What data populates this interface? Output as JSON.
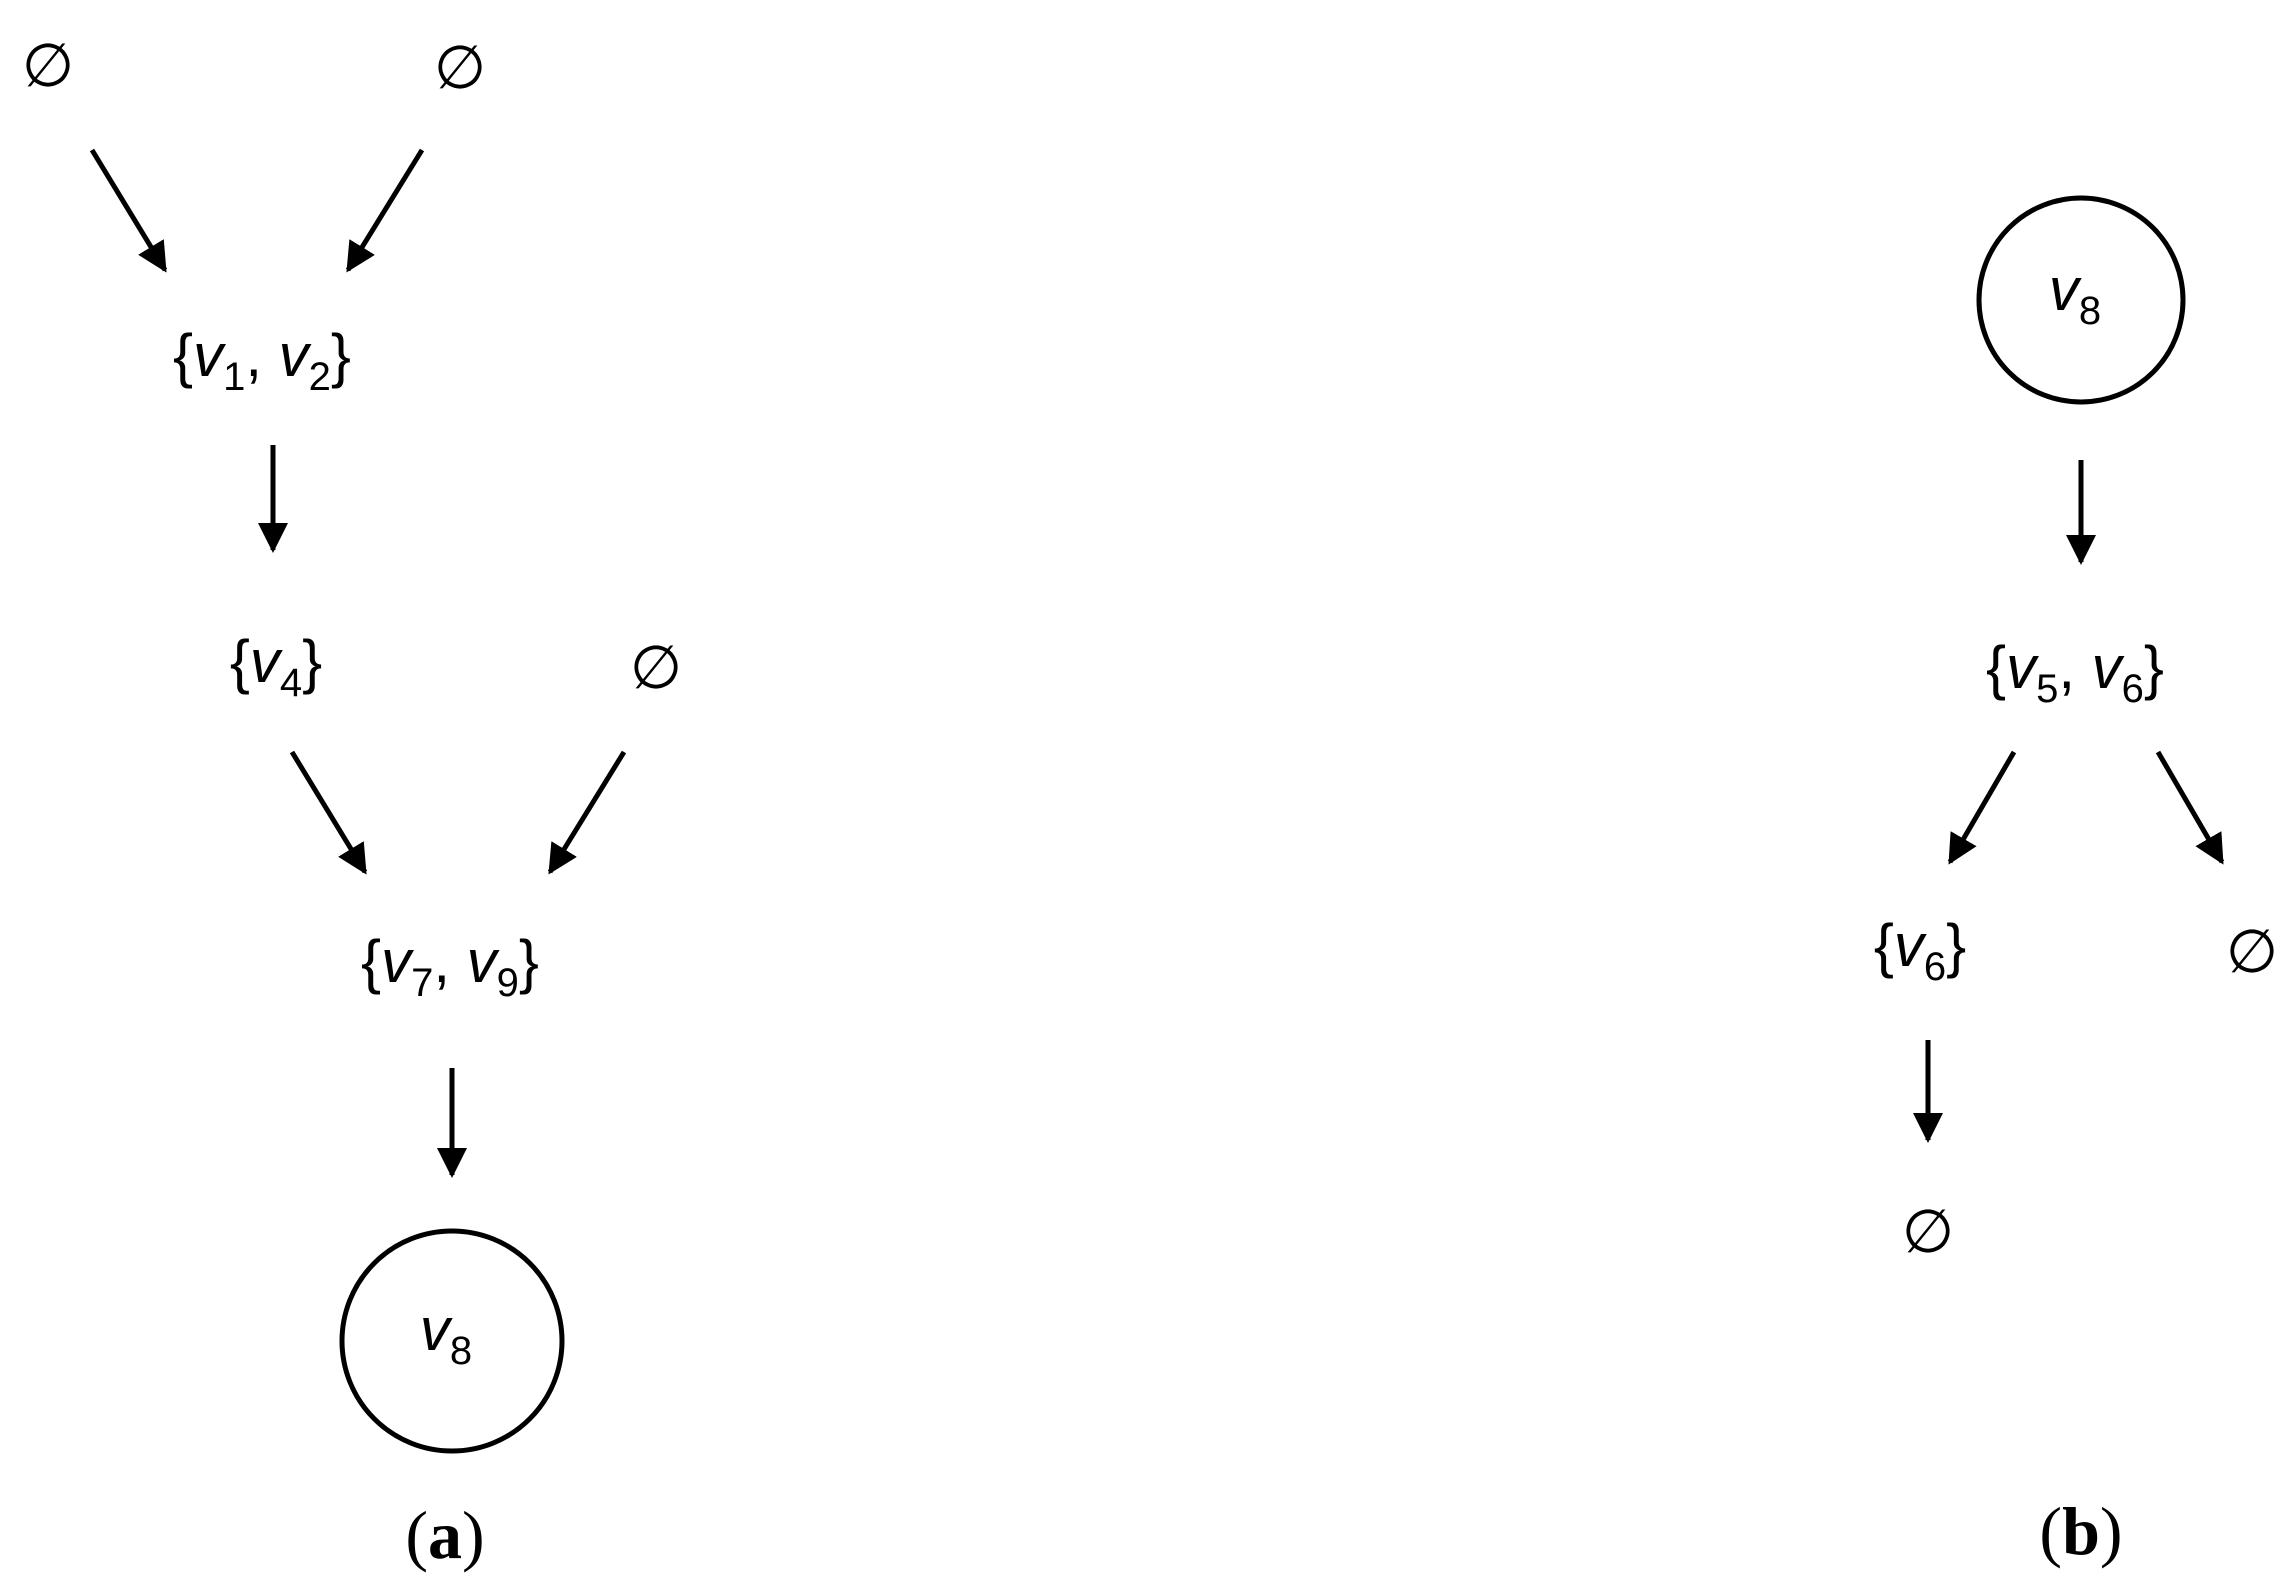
{
  "empty_symbol": "∅",
  "panel_a": {
    "caption_open": "(",
    "caption_letter": "a",
    "caption_close": ")",
    "top_left_set": "∅",
    "top_right_set": "∅",
    "set_v1_v2": {
      "open": "{",
      "v": "v",
      "i1": "1",
      "sep": ", ",
      "i2": "2",
      "close": "}"
    },
    "set_v4": {
      "open": "{",
      "v": "v",
      "i1": "4",
      "close": "}"
    },
    "mid_right_set": "∅",
    "set_v7_v9": {
      "open": "{",
      "v": "v",
      "i1": "7",
      "sep": ", ",
      "i2": "9",
      "close": "}"
    },
    "root_node": {
      "v": "v",
      "i": "8"
    }
  },
  "panel_b": {
    "caption_open": "(",
    "caption_letter": "b",
    "caption_close": ")",
    "root_node": {
      "v": "v",
      "i": "8"
    },
    "set_v5_v6": {
      "open": "{",
      "v": "v",
      "i1": "5",
      "sep": ", ",
      "i2": "6",
      "close": "}"
    },
    "set_v6": {
      "open": "{",
      "v": "v",
      "i1": "6",
      "close": "}"
    },
    "right_set": "∅",
    "bottom_set": "∅"
  }
}
